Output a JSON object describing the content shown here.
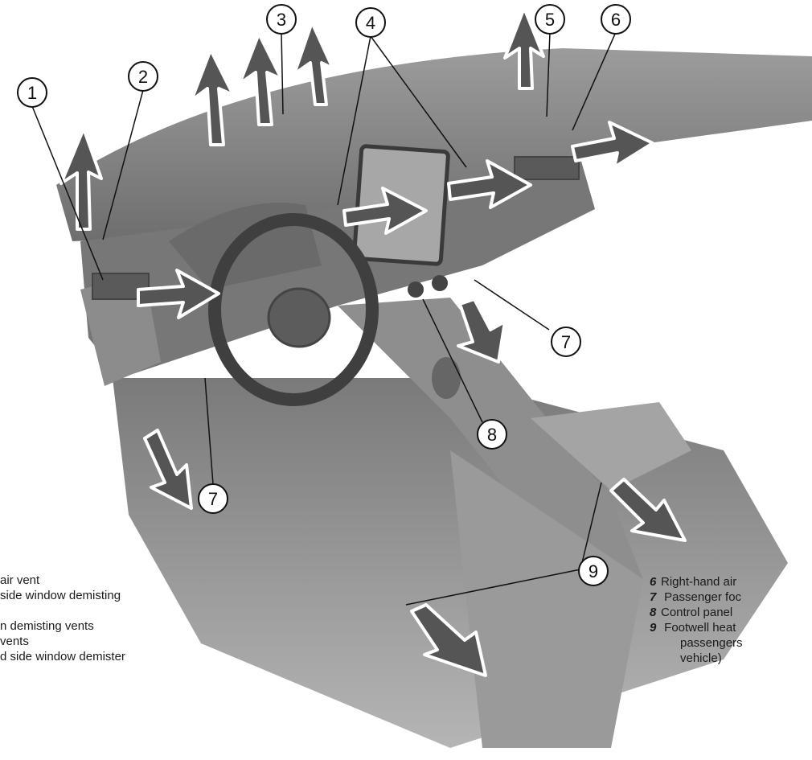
{
  "callouts": {
    "c1": "1",
    "c2": "2",
    "c3": "3",
    "c4": "4",
    "c5": "5",
    "c6": "6",
    "c7a": "7",
    "c7b": "7",
    "c8": "8",
    "c9": "9"
  },
  "legend_left": [
    "air vent",
    "side window demisting",
    "",
    "n demisting vents",
    "vents",
    "d side window demister"
  ],
  "legend_right": [
    {
      "num": "6",
      "text": "Right-hand air"
    },
    {
      "num": "7",
      "text": " Passenger foc"
    },
    {
      "num": "8",
      "text": "Control panel"
    },
    {
      "num": "9",
      "text": " Footwell  heat"
    },
    {
      "num": "",
      "text": "passengers"
    },
    {
      "num": "",
      "text": "vehicle)"
    }
  ],
  "colors": {
    "arrow": "#555555",
    "arrow_outline": "#ffffff",
    "interior_dark": "#5a5a5a",
    "interior_mid": "#8a8a8a",
    "interior_light": "#c8c8c8"
  }
}
